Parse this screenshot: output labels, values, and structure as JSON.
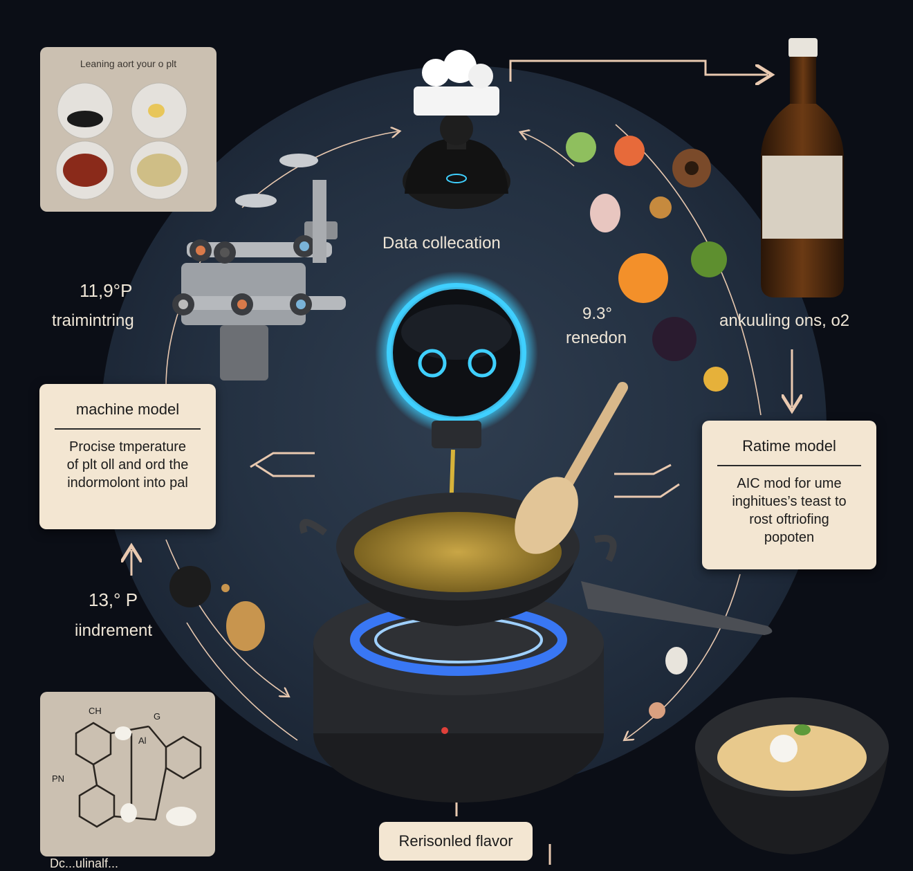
{
  "labels": {
    "data_collection": "Data collecation",
    "top_left_temp": "11,9°P",
    "top_left_label": "traimintring",
    "center_temp": "9.3°",
    "center_label": "renedon",
    "right_label": "ankuuling ons, o2",
    "bottom_left_temp": "13,° P",
    "bottom_left_label": "iindrement",
    "bottom_cut": "Dc...ulinalf..."
  },
  "photo_card": {
    "caption": "Leaning aort your o plt"
  },
  "machine_model": {
    "title": "machine model",
    "body": [
      "Procise tmperature",
      "of plt oll and ord the",
      "indormolont into pal"
    ]
  },
  "realtime_model": {
    "title": "Ratime model",
    "body": [
      "AIC mod for  ume",
      "inghitues’s teast to",
      "rost oftriofing",
      "popoten"
    ]
  },
  "flavor_box": {
    "label": "Rerisonled flavor"
  },
  "molecule": {
    "labels": [
      "CH",
      "G",
      "Al",
      "PN"
    ]
  },
  "colors": {
    "background": "#0b0e16",
    "ring": "#243142",
    "card": "#f3e6d2",
    "accent_glow": "#3fd0ff",
    "flame": "#3a7bff",
    "arrow": "#e9c9b0"
  },
  "icons": [
    "chef-robot-icon",
    "robot-head-icon",
    "wooden-spoon-icon",
    "pan-icon",
    "gas-burner-icon",
    "oil-bottle-icon",
    "bowl-icon",
    "robot-arm-icon",
    "molecule-icon"
  ]
}
